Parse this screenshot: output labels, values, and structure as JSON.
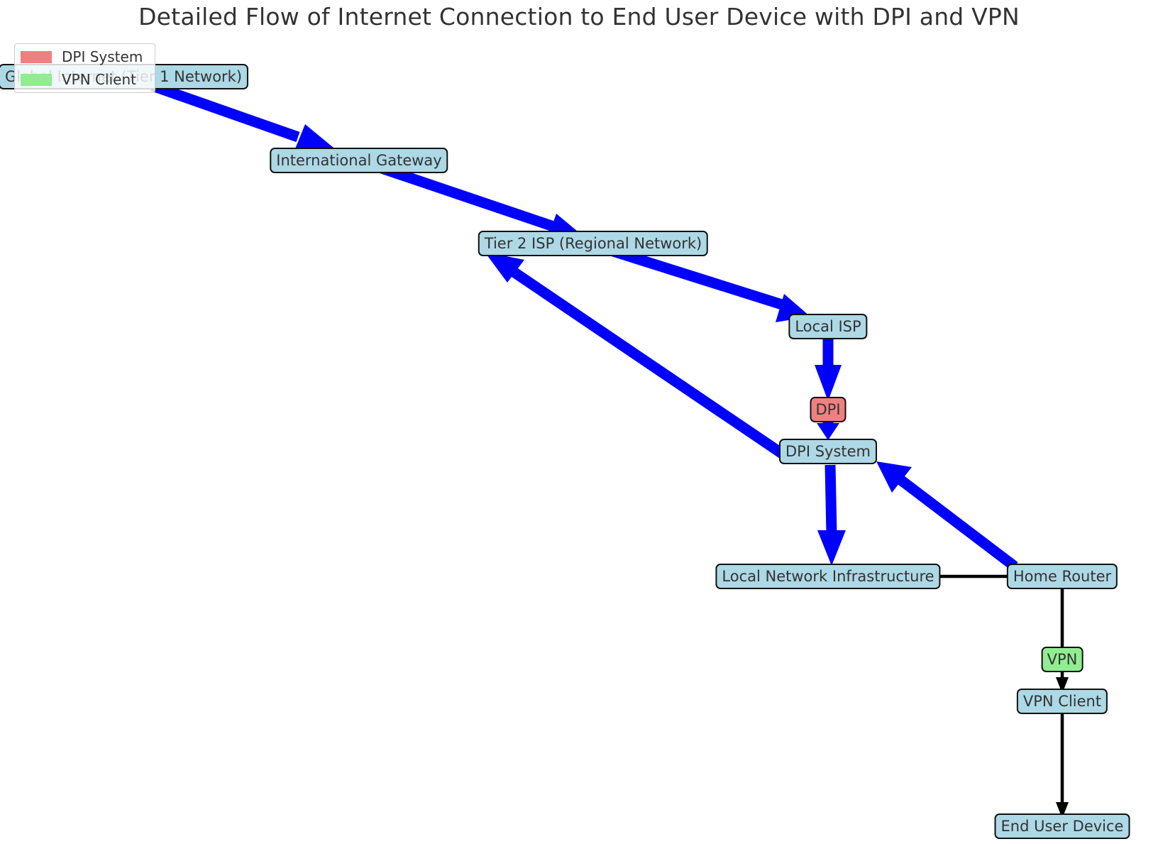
{
  "title": "Detailed Flow of Internet Connection to End User Device with DPI and VPN",
  "colors": {
    "node_fill": "#add8e6",
    "thick_edge": "#0000ff",
    "thin_edge": "#000000",
    "dpi": "#f08080",
    "vpn": "#90ee90"
  },
  "nodes": {
    "global_internet": "Global Internet (Tier 1 Network)",
    "international_gateway": "International Gateway",
    "tier2_isp": "Tier 2 ISP (Regional Network)",
    "local_isp": "Local ISP",
    "dpi_system": "DPI System",
    "local_network": "Local Network Infrastructure",
    "home_router": "Home Router",
    "vpn_client": "VPN Client",
    "end_user_device": "End User Device"
  },
  "edge_tags": {
    "dpi": "DPI",
    "vpn": "VPN"
  },
  "edges": [
    {
      "from": "global_internet",
      "to": "international_gateway",
      "style": "thick"
    },
    {
      "from": "international_gateway",
      "to": "tier2_isp",
      "style": "thick"
    },
    {
      "from": "tier2_isp",
      "to": "local_isp",
      "style": "thick"
    },
    {
      "from": "local_isp",
      "to": "dpi_system",
      "style": "thick"
    },
    {
      "from": "dpi_system",
      "to": "tier2_isp",
      "style": "thick"
    },
    {
      "from": "dpi_system",
      "to": "local_network",
      "style": "thick"
    },
    {
      "from": "home_router",
      "to": "dpi_system",
      "style": "thick"
    },
    {
      "from": "home_router",
      "to": "local_network",
      "style": "thin"
    },
    {
      "from": "home_router",
      "to": "vpn_client",
      "style": "thin"
    },
    {
      "from": "vpn_client",
      "to": "end_user_device",
      "style": "thin"
    }
  ],
  "legend": {
    "items": [
      {
        "label": "DPI System",
        "color": "#f08080"
      },
      {
        "label": "VPN Client",
        "color": "#90ee90"
      }
    ]
  }
}
